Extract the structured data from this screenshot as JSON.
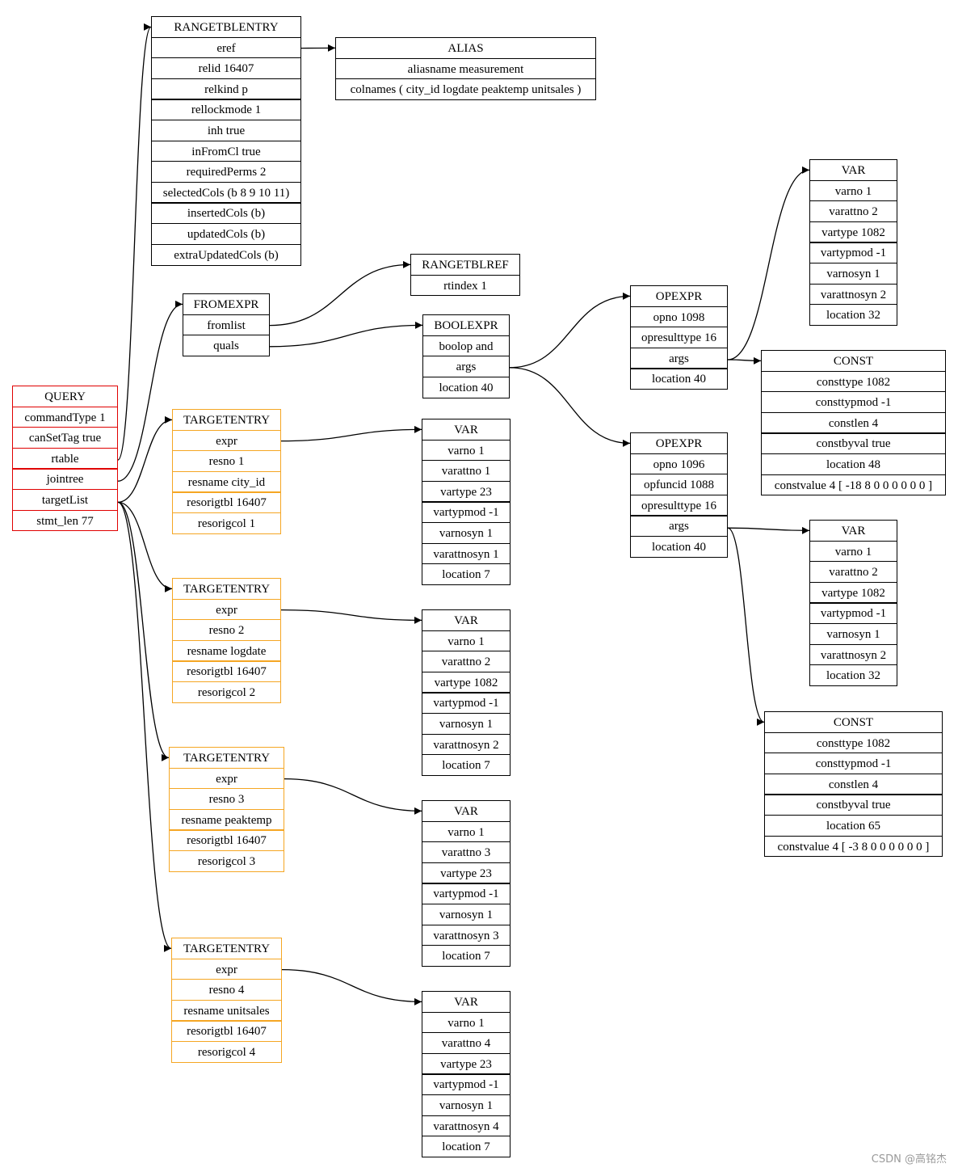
{
  "nodes": [
    {
      "id": "query",
      "color": "red",
      "rows": [
        "QUERY",
        "commandType 1",
        "canSetTag true",
        "rtable",
        "jointree",
        "targetList",
        "stmt_len 77"
      ]
    },
    {
      "id": "rte",
      "color": "black",
      "rows": [
        "RANGETBLENTRY",
        "eref",
        "relid 16407",
        "relkind p",
        "rellockmode 1",
        "inh true",
        "inFromCl true",
        "requiredPerms 2",
        "selectedCols (b 8 9 10 11)",
        "insertedCols (b)",
        "updatedCols (b)",
        "extraUpdatedCols (b)"
      ]
    },
    {
      "id": "alias",
      "color": "black",
      "rows": [
        "ALIAS",
        "aliasname measurement",
        "colnames ( city_id logdate peaktemp unitsales )"
      ]
    },
    {
      "id": "fromexpr",
      "color": "black",
      "rows": [
        "FROMEXPR",
        "fromlist",
        "quals"
      ]
    },
    {
      "id": "rtref",
      "color": "black",
      "rows": [
        "RANGETBLREF",
        "rtindex 1"
      ]
    },
    {
      "id": "boolexpr",
      "color": "black",
      "rows": [
        "BOOLEXPR",
        "boolop and",
        "args",
        "location 40"
      ]
    },
    {
      "id": "opexpr1",
      "color": "black",
      "rows": [
        "OPEXPR",
        "opno 1098",
        "opresulttype 16",
        "args",
        "location 40"
      ]
    },
    {
      "id": "opexpr2",
      "color": "black",
      "rows": [
        "OPEXPR",
        "opno 1096",
        "opfuncid 1088",
        "opresulttype 16",
        "args",
        "location 40"
      ]
    },
    {
      "id": "var_op1",
      "color": "black",
      "rows": [
        "VAR",
        "varno 1",
        "varattno 2",
        "vartype 1082",
        "vartypmod -1",
        "varnosyn 1",
        "varattnosyn 2",
        "location 32"
      ]
    },
    {
      "id": "const1",
      "color": "black",
      "rows": [
        "CONST",
        "consttype 1082",
        "consttypmod -1",
        "constlen 4",
        "constbyval true",
        "location 48",
        "constvalue 4 [ -18 8 0 0 0 0 0 0 ]"
      ]
    },
    {
      "id": "var_op2",
      "color": "black",
      "rows": [
        "VAR",
        "varno 1",
        "varattno 2",
        "vartype 1082",
        "vartypmod -1",
        "varnosyn 1",
        "varattnosyn 2",
        "location 32"
      ]
    },
    {
      "id": "const2",
      "color": "black",
      "rows": [
        "CONST",
        "consttype 1082",
        "consttypmod -1",
        "constlen 4",
        "constbyval true",
        "location 65",
        "constvalue 4 [ -3 8 0 0 0 0 0 0 ]"
      ]
    },
    {
      "id": "te1",
      "color": "orange",
      "rows": [
        "TARGETENTRY",
        "expr",
        "resno 1",
        "resname city_id",
        "resorigtbl 16407",
        "resorigcol 1"
      ]
    },
    {
      "id": "te2",
      "color": "orange",
      "rows": [
        "TARGETENTRY",
        "expr",
        "resno 2",
        "resname logdate",
        "resorigtbl 16407",
        "resorigcol 2"
      ]
    },
    {
      "id": "te3",
      "color": "orange",
      "rows": [
        "TARGETENTRY",
        "expr",
        "resno 3",
        "resname peaktemp",
        "resorigtbl 16407",
        "resorigcol 3"
      ]
    },
    {
      "id": "te4",
      "color": "orange",
      "rows": [
        "TARGETENTRY",
        "expr",
        "resno 4",
        "resname unitsales",
        "resorigtbl 16407",
        "resorigcol 4"
      ]
    },
    {
      "id": "var1",
      "color": "black",
      "rows": [
        "VAR",
        "varno 1",
        "varattno 1",
        "vartype 23",
        "vartypmod -1",
        "varnosyn 1",
        "varattnosyn 1",
        "location 7"
      ]
    },
    {
      "id": "var2",
      "color": "black",
      "rows": [
        "VAR",
        "varno 1",
        "varattno 2",
        "vartype 1082",
        "vartypmod -1",
        "varnosyn 1",
        "varattnosyn 2",
        "location 7"
      ]
    },
    {
      "id": "var3",
      "color": "black",
      "rows": [
        "VAR",
        "varno 1",
        "varattno 3",
        "vartype 23",
        "vartypmod -1",
        "varnosyn 1",
        "varattnosyn 3",
        "location 7"
      ]
    },
    {
      "id": "var4",
      "color": "black",
      "rows": [
        "VAR",
        "varno 1",
        "varattno 4",
        "vartype 23",
        "vartypmod -1",
        "varnosyn 1",
        "varattnosyn 4",
        "location 7"
      ]
    }
  ],
  "edges": [
    {
      "from": "query",
      "row": 3,
      "to": "rte"
    },
    {
      "from": "query",
      "row": 4,
      "to": "fromexpr"
    },
    {
      "from": "query",
      "row": 5,
      "to": "te1"
    },
    {
      "from": "query",
      "row": 5,
      "to": "te2"
    },
    {
      "from": "query",
      "row": 5,
      "to": "te3"
    },
    {
      "from": "query",
      "row": 5,
      "to": "te4"
    },
    {
      "from": "rte",
      "row": 1,
      "to": "alias"
    },
    {
      "from": "fromexpr",
      "row": 1,
      "to": "rtref"
    },
    {
      "from": "fromexpr",
      "row": 2,
      "to": "boolexpr"
    },
    {
      "from": "boolexpr",
      "row": 2,
      "to": "opexpr1"
    },
    {
      "from": "boolexpr",
      "row": 2,
      "to": "opexpr2"
    },
    {
      "from": "opexpr1",
      "row": 3,
      "to": "var_op1"
    },
    {
      "from": "opexpr1",
      "row": 3,
      "to": "const1"
    },
    {
      "from": "opexpr2",
      "row": 4,
      "to": "var_op2"
    },
    {
      "from": "opexpr2",
      "row": 4,
      "to": "const2"
    },
    {
      "from": "te1",
      "row": 1,
      "to": "var1"
    },
    {
      "from": "te2",
      "row": 1,
      "to": "var2"
    },
    {
      "from": "te3",
      "row": 1,
      "to": "var3"
    },
    {
      "from": "te4",
      "row": 1,
      "to": "var4"
    }
  ],
  "colors": {
    "red": "#e00000",
    "orange": "#f5a623",
    "black": "#000000"
  },
  "watermark": "CSDN @高铭杰"
}
